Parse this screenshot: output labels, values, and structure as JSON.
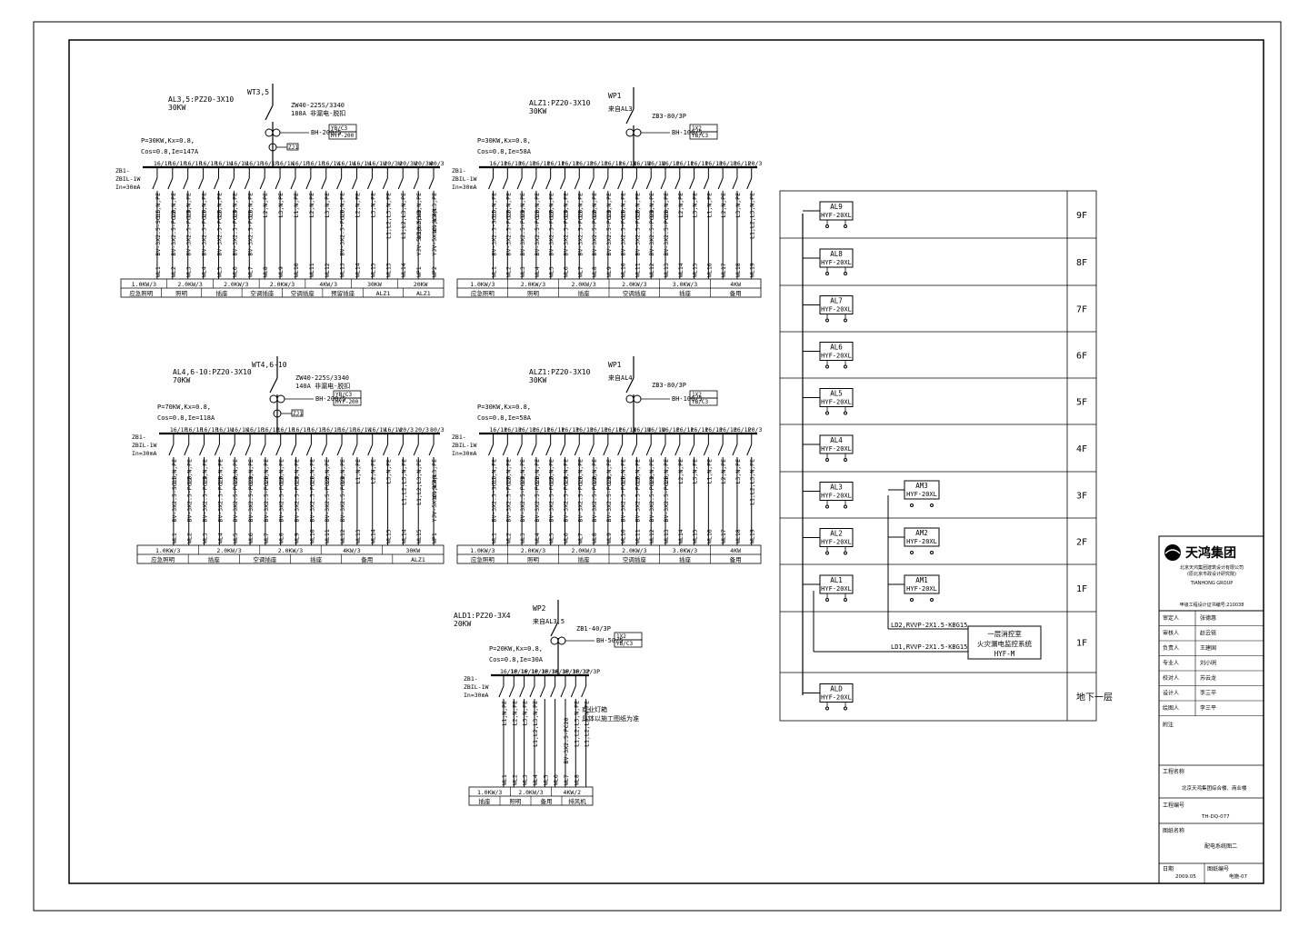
{
  "panels": [
    {
      "id": "AL3_5",
      "header": "AL3,5:PZ20-3X10",
      "power": "30KW",
      "feeder": "WT3,5",
      "breaker": "ZW40-225S/3340",
      "breaker_sub": "180A",
      "breaker_note": "非漏电-脱扣",
      "meter": "BH-200/5",
      "meter_box": "YB/C3",
      "meter_box2": "HYF-200",
      "spd": "ZJ1",
      "calc1": "P=30KW,Kx=0.8,",
      "calc2": "Cos=0.8,Ie=147A",
      "left_labels": [
        "ZB1-",
        "ZBIL-1W",
        "In=30mA"
      ],
      "breakers": [
        "16/1P",
        "16/1P",
        "16/1P",
        "16/1P",
        "16/1W",
        "16/1W",
        "16/1P",
        "16/1P",
        "16/1W",
        "16/1P",
        "16/1P",
        "16/1W",
        "16/1W",
        "16/1W",
        "16/1W",
        "20/3W",
        "20/3W",
        "20/3W",
        "80/3"
      ],
      "phases": [
        "L1,N,PE",
        "L2,N,PE",
        "L3,N,PE",
        "L1,N,PE",
        "L2,N,PE",
        "L3,N,PE",
        "L1,N,PE",
        "L2,N,PE",
        "L3,N,PE",
        "L1,N,PE",
        "L2,N,PE",
        "L3,N,PE",
        "L1,N,PE",
        "L2,N,PE",
        "L3,N,PE",
        "L1,L2,L3,N,PE",
        "L1,L2,L3,N,PE",
        "L1,L2,L3,N,PE",
        "L1,L2,L3,PE"
      ],
      "cables": [
        "BV-3X2.5-SC15",
        "BV-3X2.5-PC20",
        "BV-3X2.5-PC20",
        "BV-3X2.5-PC20",
        "BV-3X2.5-PC20",
        "BV-3X2.5-PC20",
        "BV-3X2.5-PC20",
        "",
        "",
        "",
        "",
        "",
        "BV-3X2.5-PC20",
        "",
        "",
        "",
        "",
        "YJV-5X10-SC40",
        "YJV-5X10-SC40"
      ],
      "circuits": [
        "WL1",
        "WL2",
        "WL3",
        "WL4",
        "WL5",
        "WL6",
        "WL7",
        "WL8",
        "WL9",
        "WL10",
        "WL11",
        "WL12",
        "WL13",
        "WL14",
        "WL15",
        "WL13",
        "WL14",
        "WP1",
        "WP2"
      ],
      "loads": [
        "1.0KW/3",
        "2.0KW/3",
        "2.0KW/3",
        "2.0KW/3",
        "4KW/3",
        "30KW",
        "20KW"
      ],
      "uses": [
        "应急照明",
        "照明",
        "插座",
        "空调插座",
        "空调插座",
        "预留插座",
        "ALZ1",
        "ALZ1"
      ]
    },
    {
      "id": "ALZ1",
      "header": "ALZ1:PZ20-3X10",
      "power": "30KW",
      "feeder": "WP1",
      "feeder_src": "来自AL3",
      "breaker": "ZB3-80/3P",
      "meter": "BH-100/5",
      "meter_box": "1X2",
      "meter_box2": "YB/C3",
      "calc1": "P=30KW,Kx=0.8,",
      "calc2": "Cos=0.8,Ie=58A",
      "left_labels": [
        "ZB1-",
        "ZBIL-1W",
        "In=30mA"
      ],
      "breakers": [
        "16/1P",
        "16/1P",
        "16/1P",
        "16/1P",
        "16/1P",
        "16/1P",
        "16/1P",
        "16/1P",
        "16/1P",
        "16/1W",
        "16/1W",
        "16/1W",
        "16/1P",
        "16/1P",
        "16/1P",
        "16/1P",
        "16/1P",
        "16/1P",
        "20/3"
      ],
      "phases": [
        "L1,N,PE",
        "L2,N,PE",
        "L3,N,PE",
        "L1,N,PE",
        "L2,N,PE",
        "L3,N,PE",
        "L1,N,PE",
        "L2,N,PE",
        "L3,N,PE",
        "L1,N,PE",
        "L2,N,PE",
        "L3,N,PE",
        "L1,N,PE",
        "L2,N,PE",
        "L3,N,PE",
        "L1,N,PE",
        "L2,N,PE",
        "L3,N,PE",
        "L1,L2,L3,N,PE"
      ],
      "cables": [
        "BV-3X2.5-SC15",
        "BV-3X2.5-PC20",
        "BV-3X2.5-PC20",
        "BV-3X2.5-PC20",
        "BV-3X2.5-PC20",
        "BV-3X2.5-PC20",
        "BV-3X2.5-PC20",
        "BV-3X2.5-PC20",
        "BV-3X2.5-PC20",
        "BV-3X2.5-PC20",
        "BV-3X2.5-PC20",
        "BV-3X2.5-PC20",
        "BV-3X2.5-PC20",
        "",
        "",
        "",
        "",
        "",
        ""
      ],
      "circuits": [
        "WL1",
        "WL2",
        "WL3",
        "WL4",
        "WL5",
        "WL6",
        "WL7",
        "WL8",
        "WL9",
        "WL10",
        "WL11",
        "WL12",
        "WL13",
        "WL14",
        "WL15",
        "WL16",
        "WL17",
        "WL18",
        "WL19",
        "WL20"
      ],
      "loads": [
        "1.0KW/3",
        "2.0KW/3",
        "2.0KW/3",
        "2.0KW/3",
        "3.0KW/3",
        "4KW"
      ],
      "uses": [
        "应急照明",
        "照明",
        "插座",
        "空调插座",
        "插座",
        "备用"
      ]
    },
    {
      "id": "AL4_6",
      "header": "AL4,6-10:PZ20-3X10",
      "power": "70KW",
      "feeder": "WT4,6-10",
      "breaker": "ZW40-225S/3340",
      "breaker_sub": "140A",
      "breaker_note": "非漏电-脱扣",
      "meter": "BH-200/5",
      "meter_box": "YB/C3",
      "meter_box2": "HYF-200",
      "spd": "ZJ1",
      "calc1": "P=70KW,Kx=0.8,",
      "calc2": "Cos=0.8,Ie=118A",
      "left_labels": [
        "ZB1-",
        "ZBIL-1W",
        "In=30mA"
      ],
      "breakers": [
        "16/1P",
        "16/1P",
        "16/1P",
        "16/1W",
        "16/1W",
        "16/1P",
        "16/1P",
        "16/1P",
        "16/1P",
        "16/1P",
        "16/1P",
        "16/1P",
        "16/1W",
        "16/1W",
        "16/1W",
        "20/3",
        "20/3",
        "80/3"
      ],
      "phases": [
        "L1,N,PE",
        "L2,N,PE",
        "L3,N,PE",
        "L1,N,PE",
        "L2,N,PE",
        "L3,N,PE",
        "L1,N,PE",
        "L2,N,PE",
        "L3,N,PE",
        "L1,N,PE",
        "L2,N,PE",
        "L3,N,PE",
        "L1,N,PE",
        "L2,N,PE",
        "L3,N,PE",
        "L1,L2,L3,N,PE",
        "L1,L2,L3,N,PE",
        "L1,L2,L3,PE"
      ],
      "cables": [
        "BV-3X2.5-SC15",
        "BV-3X2.5-PC20",
        "BV-3X2.5-PC20",
        "BV-3X2.5-PC20",
        "BV-3X2.5-PC20",
        "BV-3X2.5-PC20",
        "BV-3X2.5-PC20",
        "BV-3X2.5-PC20",
        "BV-3X2.5-PC20",
        "BV-3X2.5-PC20",
        "BV-3X2.5-PC20",
        "BV-3X2.5-PC20",
        "",
        "",
        "",
        "",
        "",
        "YJV-5X10-SC40"
      ],
      "circuits": [
        "WL1",
        "WL2",
        "WL3",
        "WL4",
        "WL5",
        "WL6",
        "WL7",
        "WL8",
        "WL9",
        "WL10",
        "WL11",
        "WL12",
        "WL13",
        "WL14",
        "WL15",
        "WL14",
        "WL15",
        "WP1"
      ],
      "loads": [
        "1.0KW/3",
        "2.0KW/3",
        "2.0KW/3",
        "4KW/3",
        "30KW"
      ],
      "uses": [
        "应急照明",
        "插座",
        "空调插座",
        "插座",
        "备用",
        "ALZ1"
      ]
    },
    {
      "id": "ALZ1b",
      "header": "ALZ1:PZ20-3X10",
      "power": "30KW",
      "feeder": "WP1",
      "feeder_src": "来自AL4",
      "breaker": "ZB3-80/3P",
      "meter": "BH-100/5",
      "meter_box": "1X2",
      "meter_box2": "YB/C3",
      "calc1": "P=30KW,Kx=0.8,",
      "calc2": "Cos=0.8,Ie=58A",
      "left_labels": [
        "ZB1-",
        "ZBIL-1W",
        "In=30mA"
      ],
      "breakers": [
        "16/1P",
        "16/1P",
        "16/1P",
        "16/1P",
        "16/1P",
        "16/1P",
        "16/1P",
        "16/1P",
        "16/1P",
        "16/1W",
        "16/1W",
        "16/1W",
        "16/1P",
        "16/1P",
        "16/1P",
        "16/1P",
        "16/1P",
        "16/1P",
        "20/3"
      ],
      "phases": [
        "L1,N,PE",
        "L2,N,PE",
        "L3,N,PE",
        "L1,N,PE",
        "L2,N,PE",
        "L3,N,PE",
        "L1,N,PE",
        "L2,N,PE",
        "L3,N,PE",
        "L1,N,PE",
        "L2,N,PE",
        "L3,N,PE",
        "L1,N,PE",
        "L2,N,PE",
        "L3,N,PE",
        "L1,N,PE",
        "L2,N,PE",
        "L3,N,PE",
        "L1,L2,L3,N,PE"
      ],
      "cables": [
        "BV-3X2.5-SC15",
        "BV-3X2.5-PC20",
        "BV-3X2.5-PC20",
        "BV-3X2.5-PC20",
        "BV-3X2.5-PC20",
        "BV-3X2.5-PC20",
        "BV-3X2.5-PC20",
        "BV-3X2.5-PC20",
        "BV-3X2.5-PC20",
        "BV-3X2.5-PC20",
        "BV-3X2.5-PC20",
        "BV-3X2.5-PC20",
        "BV-3X2.5-PC20",
        "",
        "",
        "",
        "",
        "",
        ""
      ],
      "circuits": [
        "WL1",
        "WL2",
        "WL3",
        "WL4",
        "WL5",
        "WL6",
        "WL7",
        "WL8",
        "WL9",
        "WL10",
        "WL11",
        "WL12",
        "WL13",
        "WL14",
        "WL15",
        "WL16",
        "WL17",
        "WL18",
        "WL19",
        "WL20"
      ],
      "loads": [
        "1.0KW/3",
        "2.0KW/3",
        "2.0KW/3",
        "2.0KW/3",
        "3.0KW/3",
        "4KW"
      ],
      "uses": [
        "应急照明",
        "照明",
        "插座",
        "空调插座",
        "插座",
        "备用"
      ]
    },
    {
      "id": "ALD1",
      "header": "ALD1:PZ20-3X4",
      "power": "20KW",
      "feeder": "WP2",
      "feeder_src": "来自AL3,5",
      "breaker": "ZB1-40/3P",
      "meter": "BH-50/5",
      "meter_box": "1X2",
      "meter_box2": "YB/C3",
      "calc1": "P=20KW,Kx=0.8,",
      "calc2": "Cos=0.8,Ie=30A",
      "left_labels": [
        "ZB1-",
        "ZBIL-1W",
        "In=30mA"
      ],
      "breakers": [
        "16/1P",
        "16/1P",
        "16/1P",
        "16/3P",
        "16/3P",
        "16/3P",
        "16/3P",
        "16/3P",
        "32/3P"
      ],
      "phases": [
        "L1,N,PE",
        "L2,N,PE",
        "L3,N,PE",
        "L1,L2,L3,N,PE",
        "",
        "",
        "",
        "L1,L2,L3,N,PE",
        "L1,L2,L3,N,PE"
      ],
      "cables": [
        "",
        "",
        "",
        "",
        "",
        "",
        "BV-3X2.5-PC20",
        "",
        ""
      ],
      "circuits": [
        "WL1",
        "WL2",
        "WL3",
        "WL4",
        "WL5",
        "WL6",
        "WL7",
        "WL8"
      ],
      "loads": [
        "1.0KW/3",
        "2.0KW/3",
        "4KW/2"
      ],
      "uses": [
        "插座",
        "照明",
        "备用",
        "排风机"
      ],
      "note1": "商业灯箱",
      "note2": "具体以施工图纸为准"
    }
  ],
  "riser": {
    "floors": [
      "9F",
      "8F",
      "7F",
      "6F",
      "5F",
      "4F",
      "3F",
      "2F",
      "1F",
      "1F",
      "地下一层"
    ],
    "boxes": [
      {
        "name": "AL9",
        "model": "HYF-20XL"
      },
      {
        "name": "AL8",
        "model": "HYF-20XL"
      },
      {
        "name": "AL7",
        "model": "HYF-20XL"
      },
      {
        "name": "AL6",
        "model": "HYF-20XL"
      },
      {
        "name": "AL5",
        "model": "HYF-20XL"
      },
      {
        "name": "AL4",
        "model": "HYF-20XL"
      },
      {
        "name": "AL3",
        "model": "HYF-20XL"
      },
      {
        "name": "AL2",
        "model": "HYF-20XL"
      },
      {
        "name": "AL1",
        "model": "HYF-20XL"
      },
      {
        "name": "ALD",
        "model": "HYF-20XL"
      }
    ],
    "side_boxes": [
      {
        "name": "AM3",
        "model": "HYF-20XL"
      },
      {
        "name": "AM2",
        "model": "HYF-20XL"
      },
      {
        "name": "AM1",
        "model": "HYF-20XL"
      }
    ],
    "cable1": "LD2,RVVP-2X1.5-KBG15",
    "cable2": "LD1,RVVP-2X1.5-KBG15",
    "control_box": [
      "一层消控室",
      "火灾漏电监控系统",
      "HYF-M"
    ]
  },
  "title_block": {
    "company": "天鸿集团",
    "company_sub1": "北京天鸿集团建筑设计有限公司",
    "company_sub2": "(原北京市政设计研究院)",
    "company_sub3": "TIANHONG GROUP",
    "cert": "甲级工程设计证书编号:210038",
    "rows": [
      {
        "label": "审定人",
        "value": "张德惠"
      },
      {
        "label": "审核人",
        "value": "赵云铭"
      },
      {
        "label": "负责人",
        "value": "王建国"
      },
      {
        "label": "专业人",
        "value": "刘小明"
      },
      {
        "label": "校对人",
        "value": "苏云龙"
      },
      {
        "label": "设计人",
        "value": "李三平"
      },
      {
        "label": "绘图人",
        "value": "李三平"
      }
    ],
    "remark_label": "附注",
    "project_label": "工程名称",
    "project_value": "北京天鸿集团综合楼、商业楼",
    "number_label": "工程编号",
    "number_value": "TH-DQ-077",
    "drawing_label": "图纸名称",
    "drawing_value": "配电系统图二",
    "date_label": "日期",
    "date_value": "2009.05",
    "sheet_label": "图纸编号",
    "sheet_value": "电施-07"
  }
}
